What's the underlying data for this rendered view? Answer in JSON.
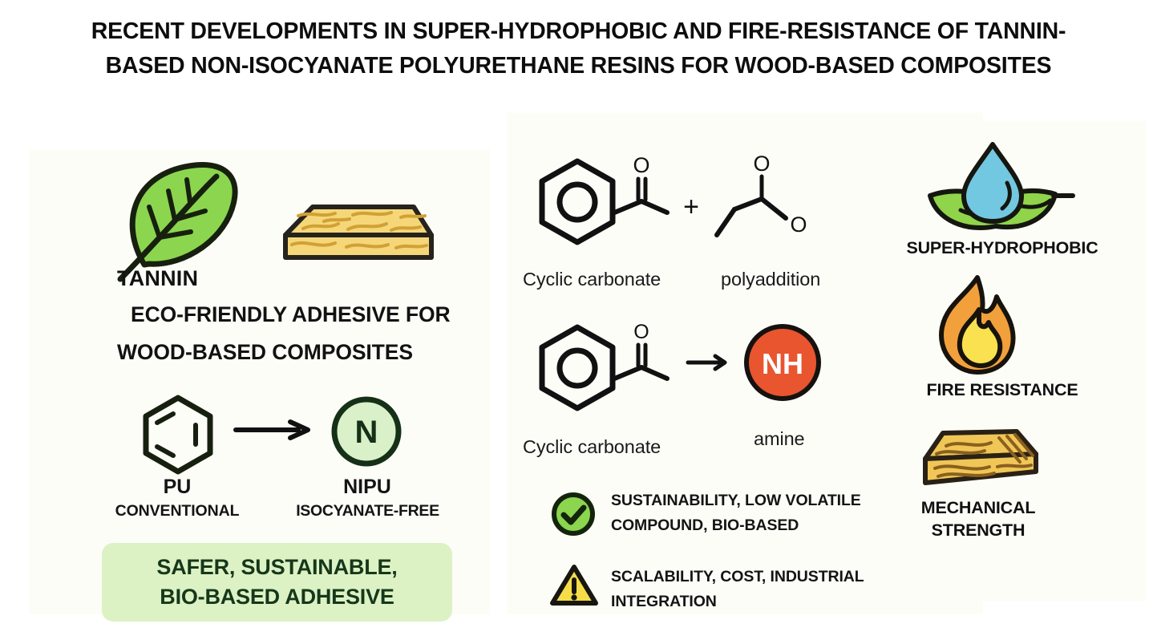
{
  "title": {
    "line1": "RECENT DEVELOPMENTS IN SUPER-HYDROPHOBIC AND FIRE-RESISTANCE OF TANNIN-",
    "line2": "BASED NON-ISOCYANATE POLYURETHANE RESINS FOR WOOD-BASED COMPOSITES"
  },
  "left_panel": {
    "tannin_label": "TANNIN",
    "eco_line1": "ECO-FRIENDLY ADHESIVE FOR",
    "eco_line2": "WOOD-BASED COMPOSITES",
    "pu": {
      "name": "PU",
      "sub": "CONVENTIONAL"
    },
    "nipu": {
      "name": "NIPU",
      "sub": "ISOCYANATE-FREE",
      "symbol": "N"
    },
    "callout": {
      "line1": "SAFER, SUSTAINABLE,",
      "line2": "BIO-BASED ADHESIVE",
      "bg_color": "#ddf2c4",
      "text_color": "#15371b"
    },
    "icons": {
      "leaf": "leaf-icon",
      "wood": "wood-plank-icon",
      "benzene": "benzene-ring-icon",
      "arrow": "arrow-right-icon"
    }
  },
  "middle_panel": {
    "reaction1": {
      "reactant_label": "Cyclic carbonate",
      "operator": "+",
      "product_label": "polyaddition"
    },
    "reaction2": {
      "reactant_label": "Cyclic carbonate",
      "arrow": "→",
      "product_label": "amine",
      "product_symbol": "NH",
      "product_color": "#E8552F"
    },
    "bullets": [
      {
        "icon": "check-circle-icon",
        "icon_color": "#8BD64E",
        "line1": "SUSTAINABILITY, LOW VOLATILE",
        "line2": "COMPOUND, BIO-BASED"
      },
      {
        "icon": "warning-triangle-icon",
        "icon_color": "#F7DC4A",
        "line1": "SCALABILITY, COST, INDUSTRIAL",
        "line2": "INTEGRATION"
      }
    ],
    "atom_labels": {
      "o1": "O",
      "o2": "O",
      "o3": "O",
      "o4": "O"
    }
  },
  "right_panel": {
    "properties": [
      {
        "icon": "water-drop-leaf-icon",
        "label": "SUPER-HYDROPHOBIC",
        "drop_color": "#72C8E0",
        "leaf_color": "#8FD44A"
      },
      {
        "icon": "flame-icon",
        "label": "FIRE RESISTANCE",
        "outer_color": "#F2A03C",
        "inner_color": "#FAE14F"
      },
      {
        "icon": "wood-plank-icon",
        "label_line1": "MECHANICAL",
        "label_line2": "STRENGTH",
        "wood_color": "#F0C756"
      }
    ]
  },
  "colors": {
    "panel_bg": "#fdfdf8",
    "page_bg": "#ffffff",
    "ink": "#1a1a1a",
    "leaf_green": "#8BD64E",
    "wood_light": "#F5D77A",
    "wood_grain": "#D1A135",
    "nipu_fill": "#D9F0C8",
    "nipu_stroke": "#163018"
  }
}
